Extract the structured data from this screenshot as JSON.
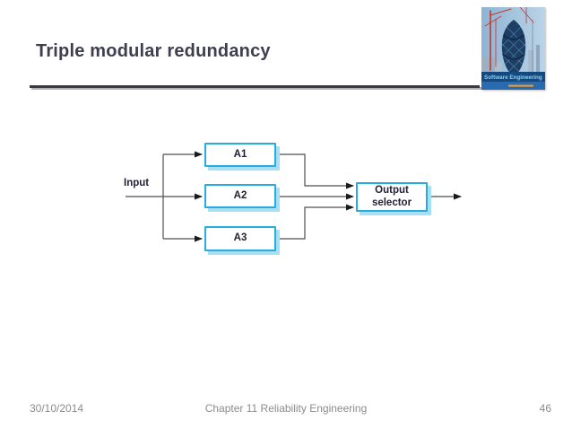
{
  "slide": {
    "title": "Triple modular redundancy"
  },
  "logo": {
    "title": "Software Engineering"
  },
  "diagram": {
    "input_label": "Input",
    "modules": [
      {
        "label": "A1"
      },
      {
        "label": "A2"
      },
      {
        "label": "A3"
      }
    ],
    "output_selector": {
      "line1": "Output",
      "line2": "selector"
    }
  },
  "footer": {
    "date": "30/10/2014",
    "chapter": "Chapter 11 Reliability Engineering",
    "page_number": "46"
  },
  "palette": {
    "box_border": "#29abe2",
    "box_shadow": "#a6e0f7",
    "title_color": "#3e3e4f",
    "connector_color": "#4f4f52",
    "footer_color": "#8c8c8c"
  }
}
